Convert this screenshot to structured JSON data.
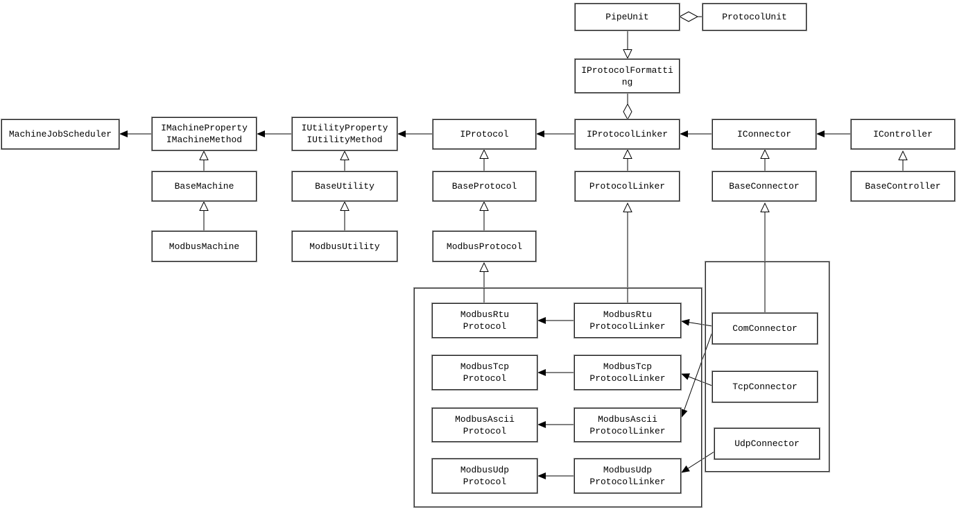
{
  "diagram": {
    "type": "uml-class-diagram",
    "background_color": "#ffffff",
    "line_color": "#000000",
    "box_border_color": "#1f1f1f",
    "box_shadow_color": "#8f8f8f"
  },
  "nodes": {
    "machine_job_scheduler": {
      "label": "MachineJobScheduler"
    },
    "i_machine": {
      "label": "IMachineProperty\nIMachineMethod"
    },
    "i_utility": {
      "label": "IUtilityProperty\nIUtilityMethod"
    },
    "i_protocol": {
      "label": "IProtocol"
    },
    "i_protocol_linker": {
      "label": "IProtocolLinker"
    },
    "i_connector": {
      "label": "IConnector"
    },
    "i_controller": {
      "label": "IController"
    },
    "base_machine": {
      "label": "BaseMachine"
    },
    "base_utility": {
      "label": "BaseUtility"
    },
    "base_protocol": {
      "label": "BaseProtocol"
    },
    "protocol_linker": {
      "label": "ProtocolLinker"
    },
    "base_connector": {
      "label": "BaseConnector"
    },
    "base_controller": {
      "label": "BaseController"
    },
    "modbus_machine": {
      "label": "ModbusMachine"
    },
    "modbus_utility": {
      "label": "ModbusUtility"
    },
    "modbus_protocol": {
      "label": "ModbusProtocol"
    },
    "pipe_unit": {
      "label": "PipeUnit"
    },
    "protocol_unit": {
      "label": "ProtocolUnit"
    },
    "i_protocol_formatting": {
      "label": "IProtocolFormatti\nng"
    },
    "modbus_rtu_protocol": {
      "label": "ModbusRtu\nProtocol"
    },
    "modbus_rtu_protocol_linker": {
      "label": "ModbusRtu\nProtocolLinker"
    },
    "modbus_tcp_protocol": {
      "label": "ModbusTcp\nProtocol"
    },
    "modbus_tcp_protocol_linker": {
      "label": "ModbusTcp\nProtocolLinker"
    },
    "modbus_ascii_protocol": {
      "label": "ModbusAscii\nProtocol"
    },
    "modbus_ascii_protocol_linker": {
      "label": "ModbusAscii\nProtocolLinker"
    },
    "modbus_udp_protocol": {
      "label": "ModbusUdp\nProtocol"
    },
    "modbus_udp_protocol_linker": {
      "label": "ModbusUdp\nProtocolLinker"
    },
    "com_connector": {
      "label": "ComConnector"
    },
    "tcp_connector": {
      "label": "TcpConnector"
    },
    "udp_connector": {
      "label": "UdpConnector"
    }
  },
  "edges": [
    {
      "from": "IMachineProperty/IMachineMethod",
      "to": "MachineJobScheduler",
      "type": "association-filled-arrow"
    },
    {
      "from": "IUtilityProperty/IUtilityMethod",
      "to": "IMachineProperty/IMachineMethod",
      "type": "association-filled-arrow"
    },
    {
      "from": "IProtocol",
      "to": "IUtilityProperty/IUtilityMethod",
      "type": "association-filled-arrow"
    },
    {
      "from": "IProtocolLinker",
      "to": "IProtocol",
      "type": "association-filled-arrow"
    },
    {
      "from": "IConnector",
      "to": "IProtocolLinker",
      "type": "association-filled-arrow"
    },
    {
      "from": "IController",
      "to": "IConnector",
      "type": "association-filled-arrow"
    },
    {
      "from": "PipeUnit",
      "to": "ProtocolUnit",
      "type": "aggregation-hollow-diamond"
    },
    {
      "from": "PipeUnit",
      "to": "IProtocolFormatting",
      "type": "generalization-hollow-triangle"
    },
    {
      "from": "IProtocolFormatting",
      "to": "IProtocolLinker",
      "type": "aggregation-hollow-diamond"
    },
    {
      "from": "BaseMachine",
      "to": "IMachineProperty/IMachineMethod",
      "type": "generalization-hollow-triangle"
    },
    {
      "from": "ModbusMachine",
      "to": "BaseMachine",
      "type": "generalization-hollow-triangle"
    },
    {
      "from": "BaseUtility",
      "to": "IUtilityProperty/IUtilityMethod",
      "type": "generalization-hollow-triangle"
    },
    {
      "from": "ModbusUtility",
      "to": "BaseUtility",
      "type": "generalization-hollow-triangle"
    },
    {
      "from": "BaseProtocol",
      "to": "IProtocol",
      "type": "generalization-hollow-triangle"
    },
    {
      "from": "ModbusProtocol",
      "to": "BaseProtocol",
      "type": "generalization-hollow-triangle"
    },
    {
      "from": "ModbusRtuProtocol",
      "to": "ModbusProtocol",
      "type": "generalization-hollow-triangle"
    },
    {
      "from": "ProtocolLinker",
      "to": "IProtocolLinker",
      "type": "generalization-hollow-triangle"
    },
    {
      "from": "ModbusRtuProtocolLinker",
      "to": "ProtocolLinker",
      "type": "generalization-hollow-triangle"
    },
    {
      "from": "BaseConnector",
      "to": "IConnector",
      "type": "generalization-hollow-triangle"
    },
    {
      "from": "ComConnector",
      "to": "BaseConnector",
      "type": "generalization-hollow-triangle"
    },
    {
      "from": "BaseController",
      "to": "IController",
      "type": "generalization-hollow-triangle"
    },
    {
      "from": "ModbusRtuProtocolLinker",
      "to": "ModbusRtuProtocol",
      "type": "association-filled-arrow"
    },
    {
      "from": "ModbusTcpProtocolLinker",
      "to": "ModbusTcpProtocol",
      "type": "association-filled-arrow"
    },
    {
      "from": "ModbusAsciiProtocolLinker",
      "to": "ModbusAsciiProtocol",
      "type": "association-filled-arrow"
    },
    {
      "from": "ModbusUdpProtocolLinker",
      "to": "ModbusUdpProtocol",
      "type": "association-filled-arrow"
    },
    {
      "from": "ComConnector",
      "to": "ModbusRtuProtocolLinker",
      "type": "association-filled-arrow"
    },
    {
      "from": "ComConnector",
      "to": "ModbusAsciiProtocolLinker",
      "type": "association-filled-arrow"
    },
    {
      "from": "TcpConnector",
      "to": "ModbusTcpProtocolLinker",
      "type": "association-filled-arrow"
    },
    {
      "from": "UdpConnector",
      "to": "ModbusUdpProtocolLinker",
      "type": "association-filled-arrow"
    }
  ]
}
